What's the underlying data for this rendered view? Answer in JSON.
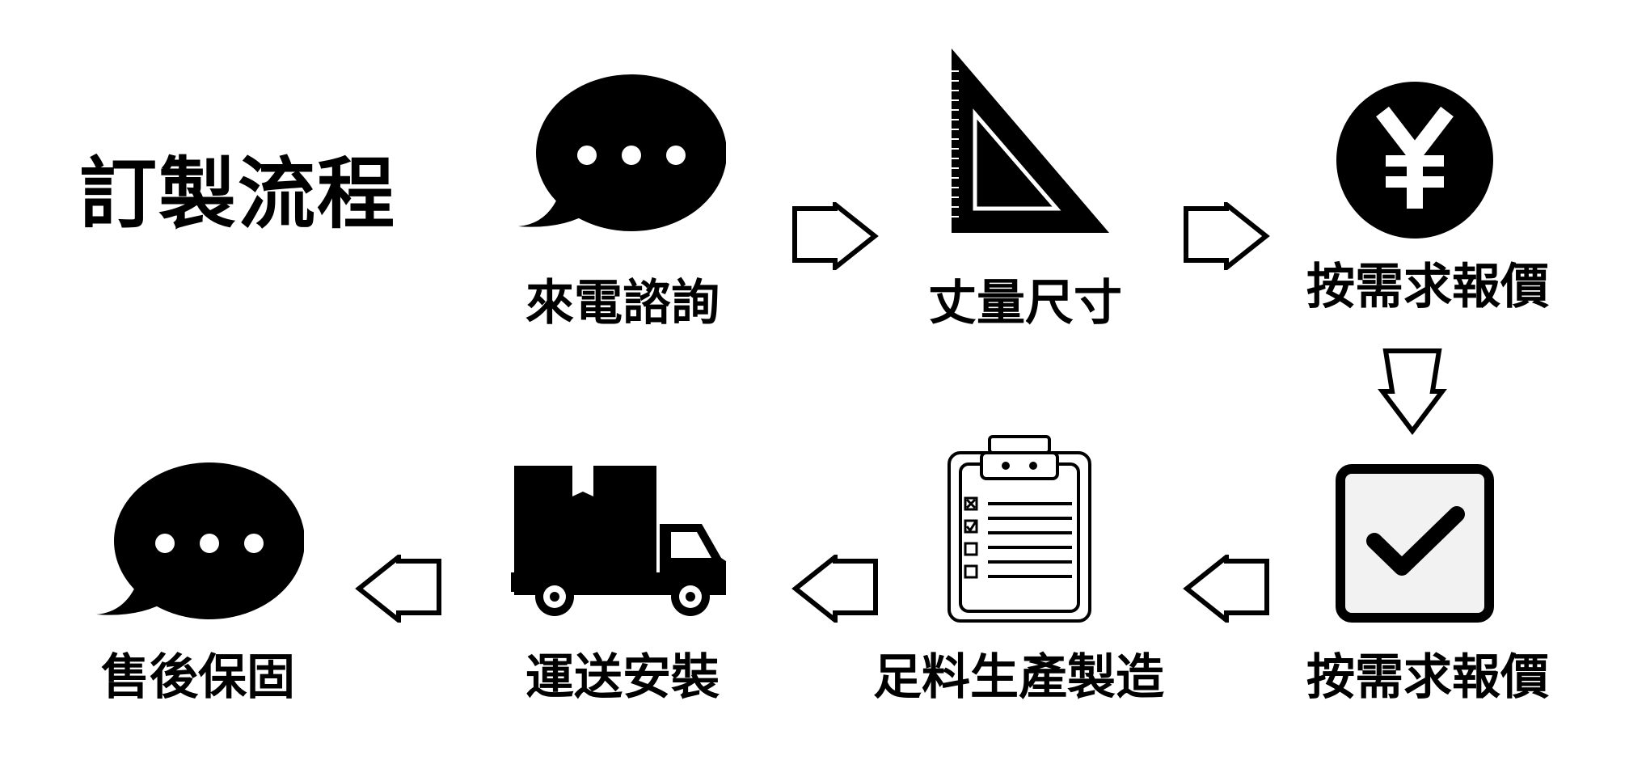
{
  "title": "訂製流程",
  "steps": [
    {
      "label": "來電諮詢",
      "icon": "speech-bubble-icon"
    },
    {
      "label": "丈量尺寸",
      "icon": "set-square-ruler-icon"
    },
    {
      "label": "按需求報價",
      "icon": "yen-coin-icon"
    },
    {
      "label": "按需求報價",
      "icon": "checkbox-checked-icon"
    },
    {
      "label": "足料生產製造",
      "icon": "clipboard-checklist-icon"
    },
    {
      "label": "運送安裝",
      "icon": "delivery-truck-icon"
    },
    {
      "label": "售後保固",
      "icon": "speech-bubble-icon"
    }
  ],
  "colors": {
    "foreground": "#000000",
    "background": "#ffffff",
    "panel": "#f2f2f2"
  }
}
